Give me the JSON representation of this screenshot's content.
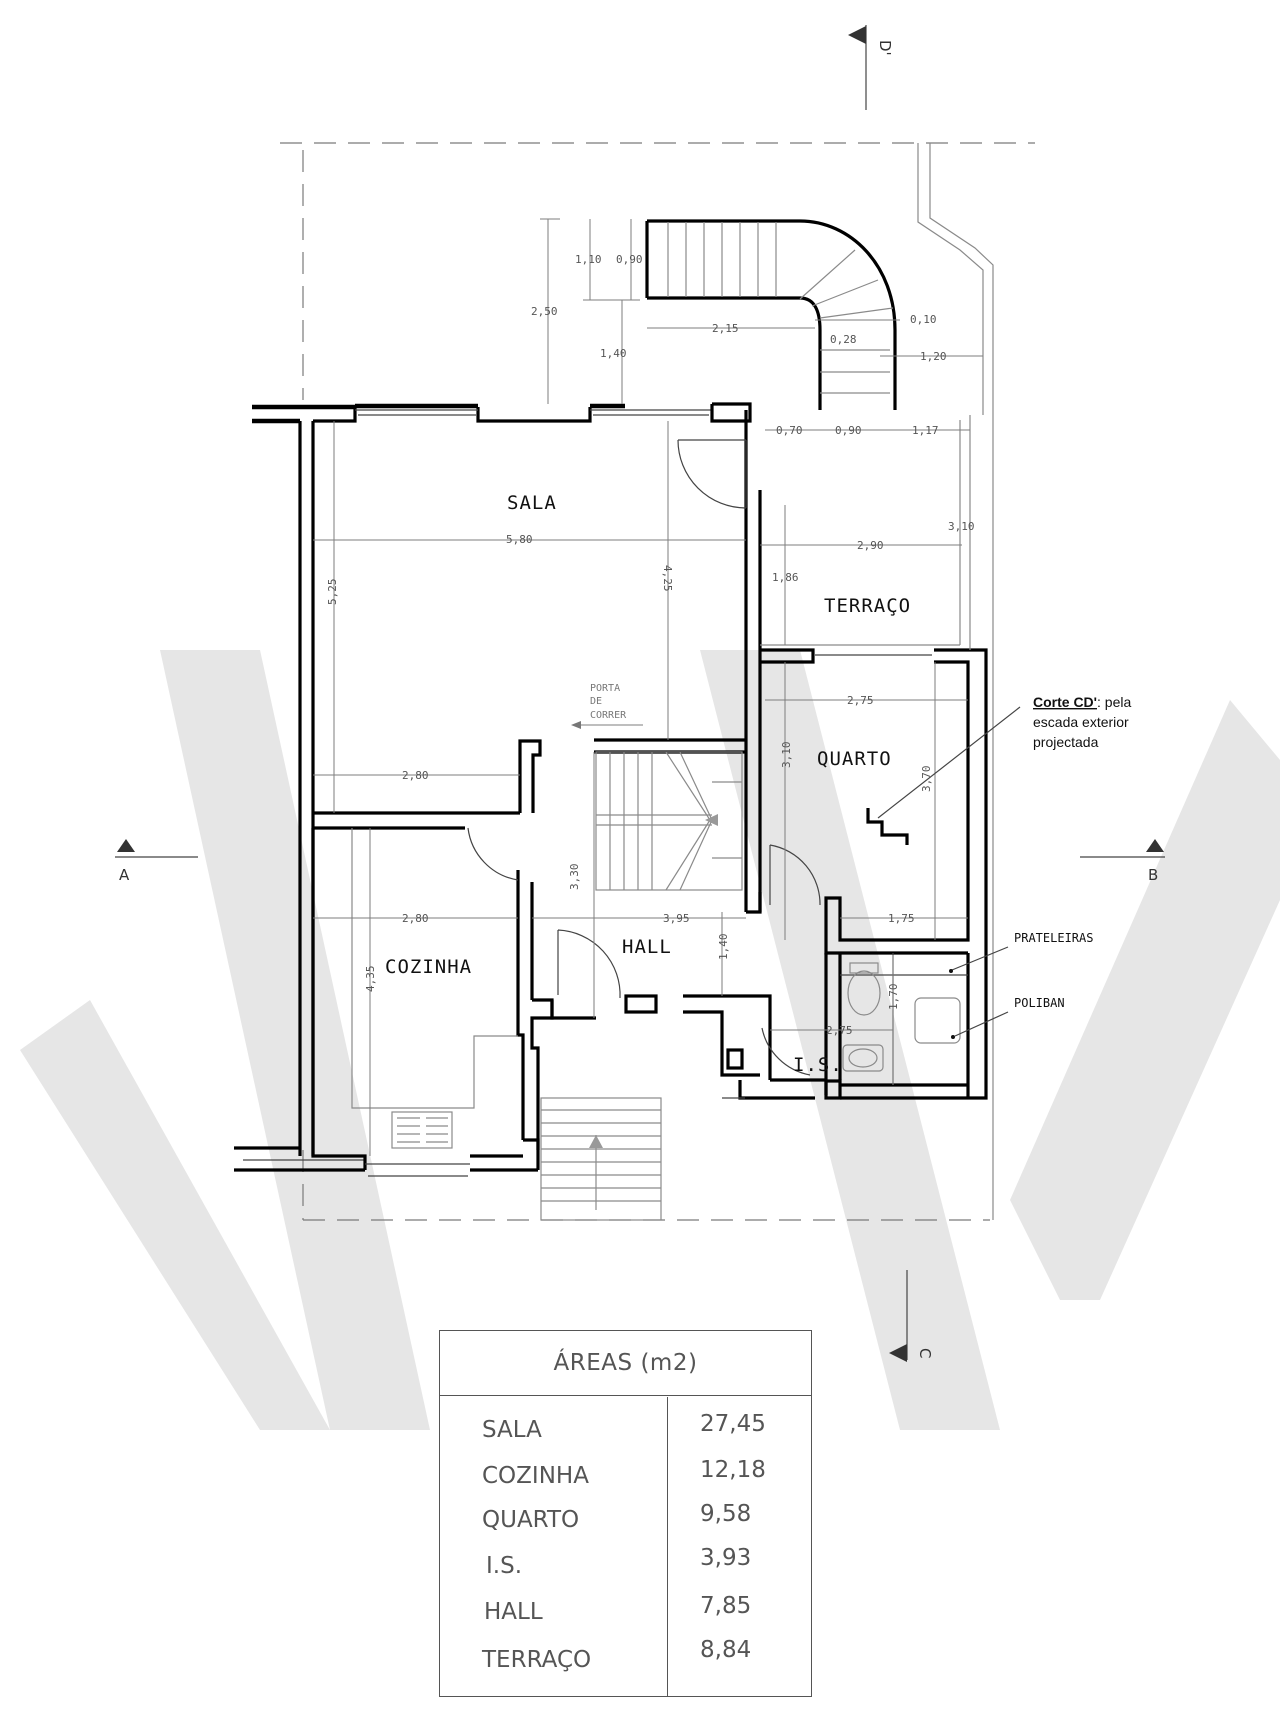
{
  "rooms": {
    "sala": "SALA",
    "terraco": "TERRAÇO",
    "quarto": "QUARTO",
    "cozinha": "COZINHA",
    "hall": "HALL",
    "is": "I.S."
  },
  "labels": {
    "porta_line1": "PORTA",
    "porta_line2": "DE",
    "porta_line3": "CORRER",
    "corte_title": "Corte CD'",
    "corte_rest": ": pela",
    "corte_line2": "escada exterior",
    "corte_line3": "projectada",
    "prateleiras": "PRATELEIRAS",
    "poliban": "POLIBAN"
  },
  "sections": {
    "a": "A",
    "b": "B",
    "c": "C",
    "d": "D'"
  },
  "dimensions": {
    "d110": "1,10",
    "d090": "0,90",
    "d250": "2,50",
    "d140a": "1,40",
    "d215": "2,15",
    "d028": "0,28",
    "d010": "0,10",
    "d120": "1,20",
    "d070": "0,70",
    "d090b": "0,90",
    "d117": "1,17",
    "d310a": "3,10",
    "d580": "5,80",
    "d290": "2,90",
    "d425": "4,25",
    "d525": "5,25",
    "d186": "1,86",
    "d275a": "2,75",
    "d310b": "3,10",
    "d370": "3,70",
    "d280a": "2,80",
    "d330": "3,30",
    "d280b": "2,80",
    "d395": "3,95",
    "d175": "1,75",
    "d435": "4,35",
    "d140b": "1,40",
    "d170": "1,70",
    "d275b": "2,75"
  },
  "areas_table": {
    "title": "ÁREAS (m2)",
    "rows": [
      {
        "name": "SALA",
        "value": "27,45"
      },
      {
        "name": "COZINHA",
        "value": "12,18"
      },
      {
        "name": "QUARTO",
        "value": "9,58"
      },
      {
        "name": "I.S.",
        "value": "3,93"
      },
      {
        "name": "HALL",
        "value": "7,85"
      },
      {
        "name": "TERRAÇO",
        "value": "8,84"
      }
    ]
  }
}
